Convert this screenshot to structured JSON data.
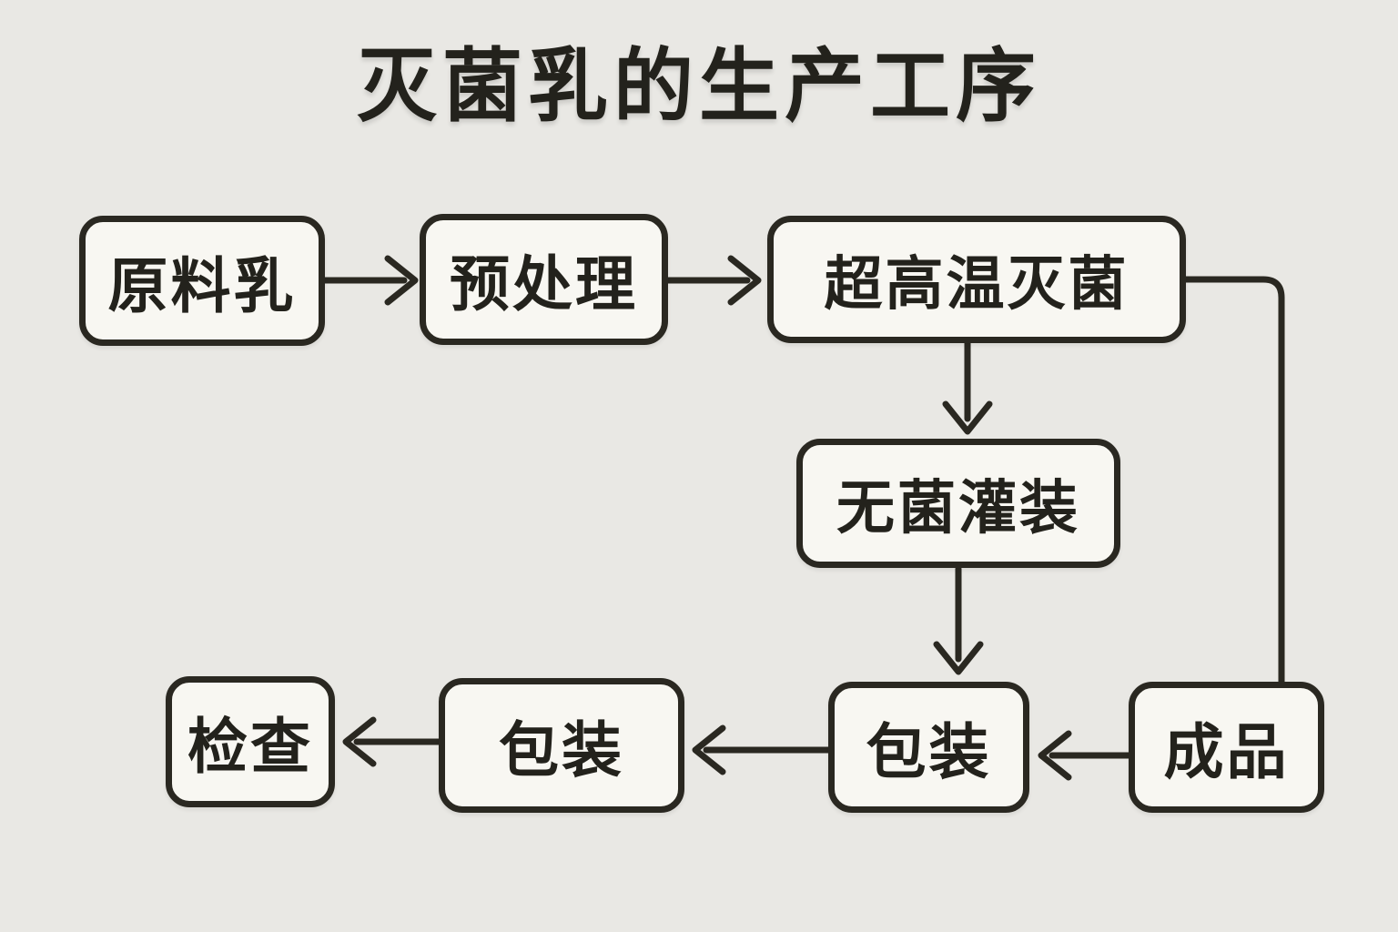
{
  "title": "灭菌乳的生产工序",
  "diagram": {
    "nodes": [
      {
        "id": "raw-milk",
        "label": "原料乳"
      },
      {
        "id": "pretreatment",
        "label": "预处理"
      },
      {
        "id": "uht-sterilization",
        "label": "超高温灭菌"
      },
      {
        "id": "aseptic-filling",
        "label": "无菌灌装"
      },
      {
        "id": "packaging-after-filling",
        "label": "包装"
      },
      {
        "id": "finished-product",
        "label": "成品"
      },
      {
        "id": "packaging-second",
        "label": "包装"
      },
      {
        "id": "inspection",
        "label": "检查"
      }
    ],
    "edges": [
      {
        "from": "raw-milk",
        "to": "pretreatment",
        "direction": "right"
      },
      {
        "from": "pretreatment",
        "to": "uht-sterilization",
        "direction": "right"
      },
      {
        "from": "uht-sterilization",
        "to": "aseptic-filling",
        "direction": "down"
      },
      {
        "from": "uht-sterilization",
        "to": "finished-product",
        "direction": "right-then-down"
      },
      {
        "from": "aseptic-filling",
        "to": "packaging-after-filling",
        "direction": "down"
      },
      {
        "from": "finished-product",
        "to": "packaging-after-filling",
        "direction": "left"
      },
      {
        "from": "packaging-after-filling",
        "to": "packaging-second",
        "direction": "left"
      },
      {
        "from": "packaging-second",
        "to": "inspection",
        "direction": "left"
      }
    ]
  },
  "colors": {
    "background": "#e9e8e4",
    "node-fill": "#f8f7f2",
    "line": "#2a2821",
    "text": "#23221c"
  }
}
